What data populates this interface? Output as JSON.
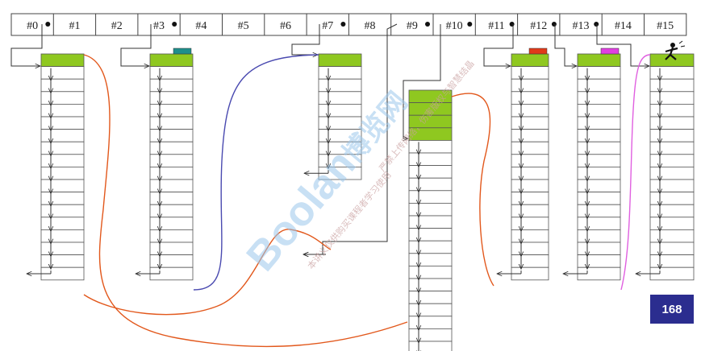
{
  "header": {
    "cells": [
      "#0",
      "#1",
      "#2",
      "#3",
      "#4",
      "#5",
      "#6",
      "#7",
      "#8",
      "#9",
      "#10",
      "#11",
      "#12",
      "#13",
      "#14",
      "#15"
    ],
    "linked_cells": [
      0,
      3,
      7,
      9,
      10,
      11,
      12,
      13
    ]
  },
  "badge": {
    "text": "168",
    "color": "#2b2d8f"
  },
  "watermark": {
    "brand": "Boolan",
    "cn": "博览网",
    "note_1": "本讲义仅供购买课程者学习使用",
    "note_2": "严禁上传网络，伤害版权与智慧结晶"
  },
  "colors": {
    "block_fill": "#8fc820",
    "teal_tag": "#1f8f8c",
    "red_tag": "#e03a1a",
    "magenta_tag": "#e040e0",
    "curve_orange": "#e2581c",
    "curve_blue": "#4a4ab0",
    "curve_magenta": "#e060e0"
  },
  "figure_icon": "running-figure-icon"
}
